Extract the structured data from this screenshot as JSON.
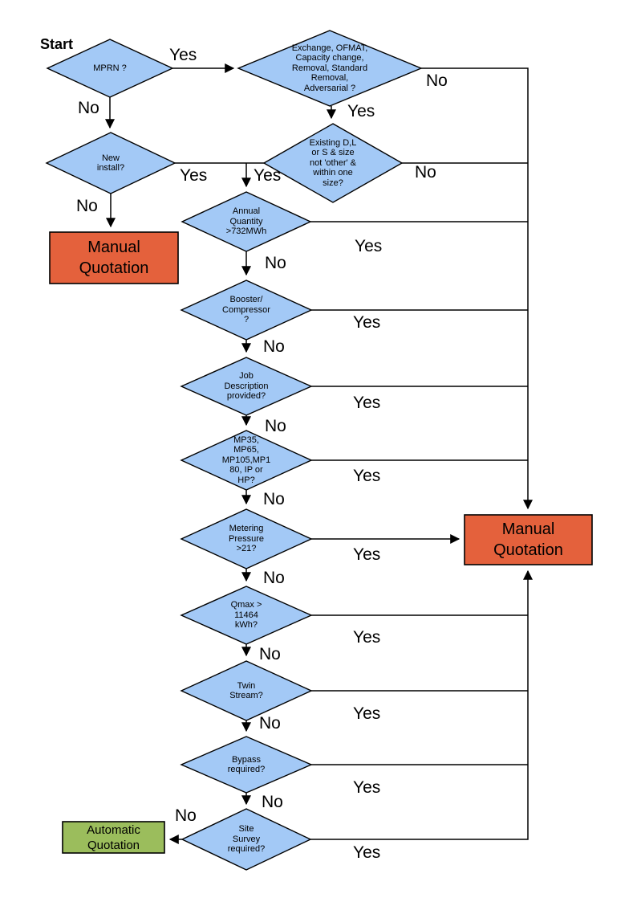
{
  "start_label": "Start",
  "colors": {
    "decision_fill": "#A3C9F6",
    "manual_fill": "#E4613C",
    "automatic_fill": "#9BBD5C",
    "line": "#000000"
  },
  "decisions": {
    "mprn": {
      "text": "MPRN ?"
    },
    "exchange": {
      "text": "Exchange, OFMAT,\nCapacity change,\nRemoval, Standard\nRemoval,\nAdversarial ?"
    },
    "new_install": {
      "text": "New\ninstall?"
    },
    "existing": {
      "text": "Existing D,L\nor S & size\nnot 'other' &\nwithin one\nsize?"
    },
    "annual_quantity": {
      "text": "Annual\nQuantity\n>732MWh"
    },
    "booster": {
      "text": "Booster/\nCompressor\n?"
    },
    "job_description": {
      "text": "Job\nDescription\nprovided?"
    },
    "meter_type": {
      "text": "MP35,\nMP65,\nMP105,MP1\n80, IP or\nHP?"
    },
    "metering_pressure": {
      "text": "Metering\nPressure\n>21?"
    },
    "qmax": {
      "text": "Qmax >\n11464\nkWh?"
    },
    "twin_stream": {
      "text": "Twin\nStream?"
    },
    "bypass": {
      "text": "Bypass\nrequired?"
    },
    "site_survey": {
      "text": "Site\nSurvey\nrequired?"
    }
  },
  "terminals": {
    "manual_left": {
      "text": "Manual\nQuotation"
    },
    "manual_right": {
      "text": "Manual\nQuotation"
    },
    "automatic": {
      "text": "Automatic\nQuotation"
    }
  },
  "edge_labels": {
    "mprn_yes": "Yes",
    "mprn_no": "No",
    "exchange_no": "No",
    "exchange_yes": "Yes",
    "existing_no": "No",
    "existing_yes": "Yes",
    "new_install_yes": "Yes",
    "new_install_no": "No",
    "annual_no": "No",
    "annual_yes": "Yes",
    "booster_no": "No",
    "booster_yes": "Yes",
    "job_no": "No",
    "job_yes": "Yes",
    "mp_no": "No",
    "mp_yes": "Yes",
    "metering_no": "No",
    "metering_yes": "Yes",
    "qmax_no": "No",
    "qmax_yes": "Yes",
    "twin_no": "No",
    "twin_yes": "Yes",
    "bypass_no": "No",
    "bypass_yes": "Yes",
    "site_no": "No",
    "site_yes": "Yes"
  }
}
